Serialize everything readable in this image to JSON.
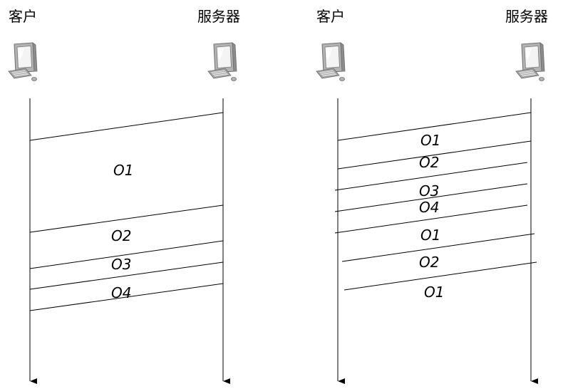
{
  "left_diagram": {
    "client_label": "客户",
    "server_label": "服务器",
    "objects": [
      "O1",
      "O2",
      "O3",
      "O4"
    ]
  },
  "right_diagram": {
    "client_label": "客户",
    "server_label": "服务器",
    "objects": [
      "O1",
      "O2",
      "O3",
      "O4",
      "O1",
      "O2",
      "O1"
    ]
  },
  "icons": {
    "client": "desktop-computer-icon",
    "server": "desktop-computer-icon"
  }
}
